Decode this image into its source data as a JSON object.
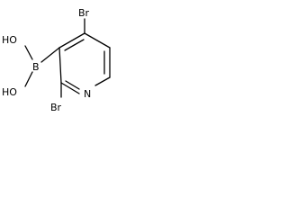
{
  "molecule": {
    "atoms": {
      "br_top": "Br",
      "br_bottom": "Br",
      "boron": "B",
      "nitrogen": "N",
      "hydroxyl_upper": "HO",
      "hydroxyl_lower": "HO"
    }
  }
}
